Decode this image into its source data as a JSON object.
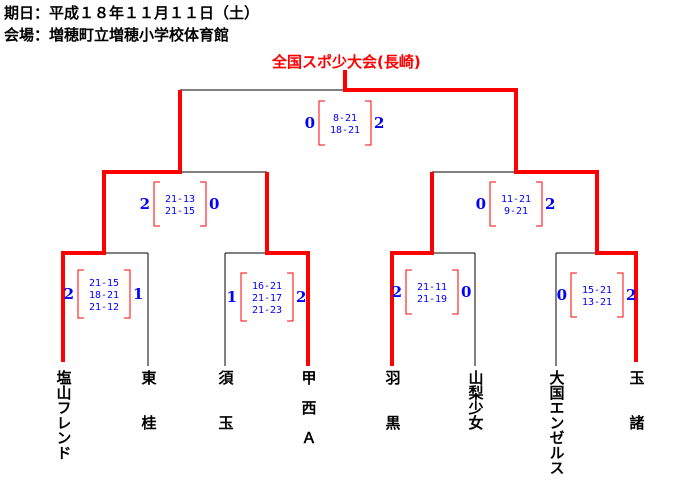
{
  "header": {
    "date": "期日：平成１８年１１月１１日（土）",
    "venue": "会場：増穂町立増穂小学校体育館"
  },
  "title": "全国スポ少大会(長崎)",
  "teams": [
    "塩山フレンド",
    "東　　桂",
    "須　　玉",
    "甲　西　Ａ",
    "羽　　黒",
    "山梨少女",
    "大国エンゼルス",
    "玉　　諸"
  ],
  "matches": {
    "r1_1": {
      "left": "2",
      "right": "1",
      "games": [
        "21-15",
        "18-21",
        "21-12"
      ]
    },
    "r1_2": {
      "left": "1",
      "right": "2",
      "games": [
        "16-21",
        "21-17",
        "21-23"
      ]
    },
    "r1_3": {
      "left": "2",
      "right": "0",
      "games": [
        "21-11",
        "21-19"
      ]
    },
    "r1_4": {
      "left": "0",
      "right": "2",
      "games": [
        "15-21",
        "13-21"
      ]
    },
    "r2_1": {
      "left": "2",
      "right": "0",
      "games": [
        "21-13",
        "21-15"
      ]
    },
    "r2_2": {
      "left": "0",
      "right": "2",
      "games": [
        "11-21",
        "9-21"
      ]
    },
    "final": {
      "left": "0",
      "right": "2",
      "games": [
        "8-21",
        "18-21"
      ]
    }
  },
  "colors": {
    "winner": "#ff0000",
    "score": "#0000ff"
  }
}
